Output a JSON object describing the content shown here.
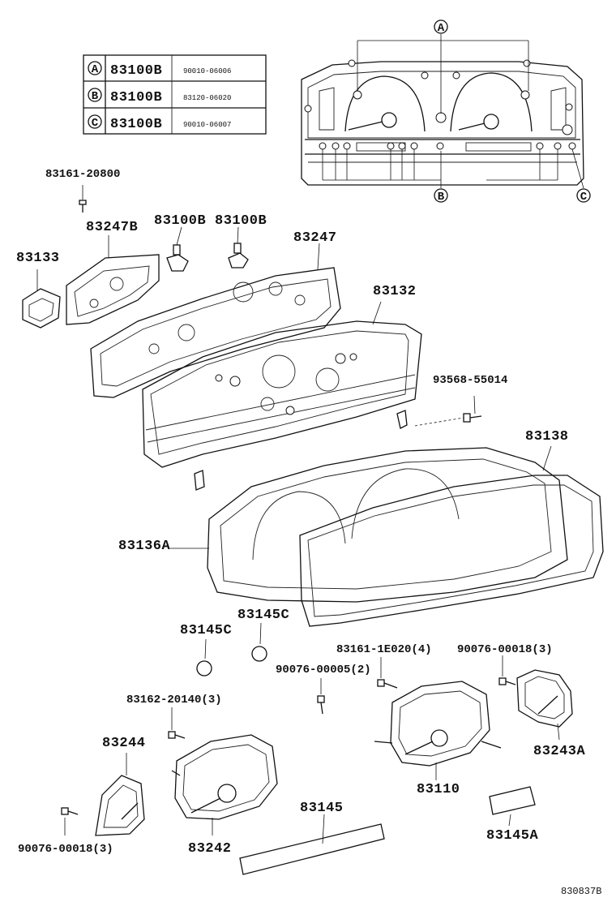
{
  "legend": {
    "rows": [
      {
        "letter": "A",
        "part": "83100B",
        "sub": "90010-06006"
      },
      {
        "letter": "B",
        "part": "83100B",
        "sub": "83120-06020"
      },
      {
        "letter": "C",
        "part": "83100B",
        "sub": "90010-06007"
      }
    ]
  },
  "callouts": {
    "a": "A",
    "b": "B",
    "c": "C"
  },
  "labels": {
    "p83161_20800": "83161-20800",
    "p83247B": "83247B",
    "p83100B_1": "83100B",
    "p83100B_2": "83100B",
    "p83247": "83247",
    "p83133": "83133",
    "p83132": "83132",
    "p93568": "93568-55014",
    "p83138": "83138",
    "p83136A": "83136A",
    "p83145C_1": "83145C",
    "p83145C_2": "83145C",
    "p83161_1E020": "83161-1E020(4)",
    "p90076_00018_top": "90076-00018(3)",
    "p90076_00005": "90076-00005(2)",
    "p83162": "83162-20140(3)",
    "p83244": "83244",
    "p83243A": "83243A",
    "p83110": "83110",
    "p83145": "83145",
    "p83242": "83242",
    "p83145A": "83145A",
    "p90076_00018_bot": "90076-00018(3)",
    "ref": "830837B"
  }
}
